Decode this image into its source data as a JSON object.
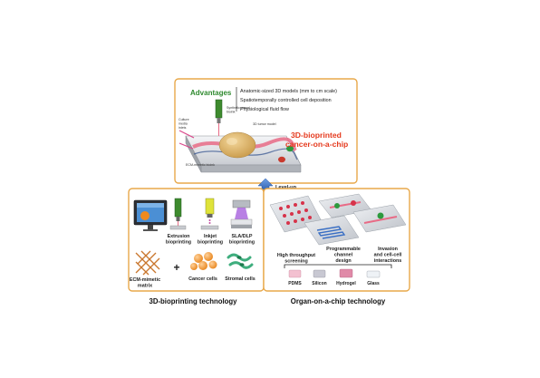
{
  "top_panel": {
    "advantages_title": "Advantages",
    "advantages": [
      "Anatomic-sized 3D models (mm to cm scale)",
      "Spatiotemporally controlled cell deposition",
      "Physiological fluid flow"
    ],
    "labels": {
      "vessel_line1": "Synthetic vessel",
      "vessel_line2": "bioink",
      "tumor": "3D tumor model",
      "media_line1": "Culture",
      "media_line2": "media",
      "media_line3": "inlets",
      "ecm_bioink": "ECM-mimetic bioink"
    },
    "title_line1": "3D-bioprinted",
    "title_line2": "cancer-on-a-chip"
  },
  "level_up": "Level-up",
  "left_panel": {
    "printing": [
      {
        "line1": "Extrusion",
        "line2": "bioprinting"
      },
      {
        "line1": "Inkjet",
        "line2": "bioprinting"
      },
      {
        "line1": "SLA/DLP",
        "line2": "bioprinting"
      }
    ],
    "materials": [
      {
        "line1": "ECM-mimetic",
        "line2": "matrix"
      },
      {
        "line1": "Cancer cells",
        "line2": ""
      },
      {
        "line1": "Stromal cells",
        "line2": ""
      }
    ],
    "plus": "+",
    "caption": "3D-bioprinting technology"
  },
  "right_panel": {
    "features": [
      {
        "line1": "High throughput",
        "line2": "screening",
        "line3": ""
      },
      {
        "line1": "Programmable",
        "line2": "channel",
        "line3": "design"
      },
      {
        "line1": "Invasion",
        "line2": "and cell-cell",
        "line3": "interactions"
      }
    ],
    "substrates": [
      "PDMS",
      "Silicon",
      "Hydrogel",
      "Glass"
    ],
    "caption": "Organ-on-a-chip technology"
  },
  "colors": {
    "panel_border": "#e8a84a",
    "advantages_green": "#2e8a2e",
    "title_red": "#e53a1e",
    "arrow_blue": "#3a6fc4"
  }
}
